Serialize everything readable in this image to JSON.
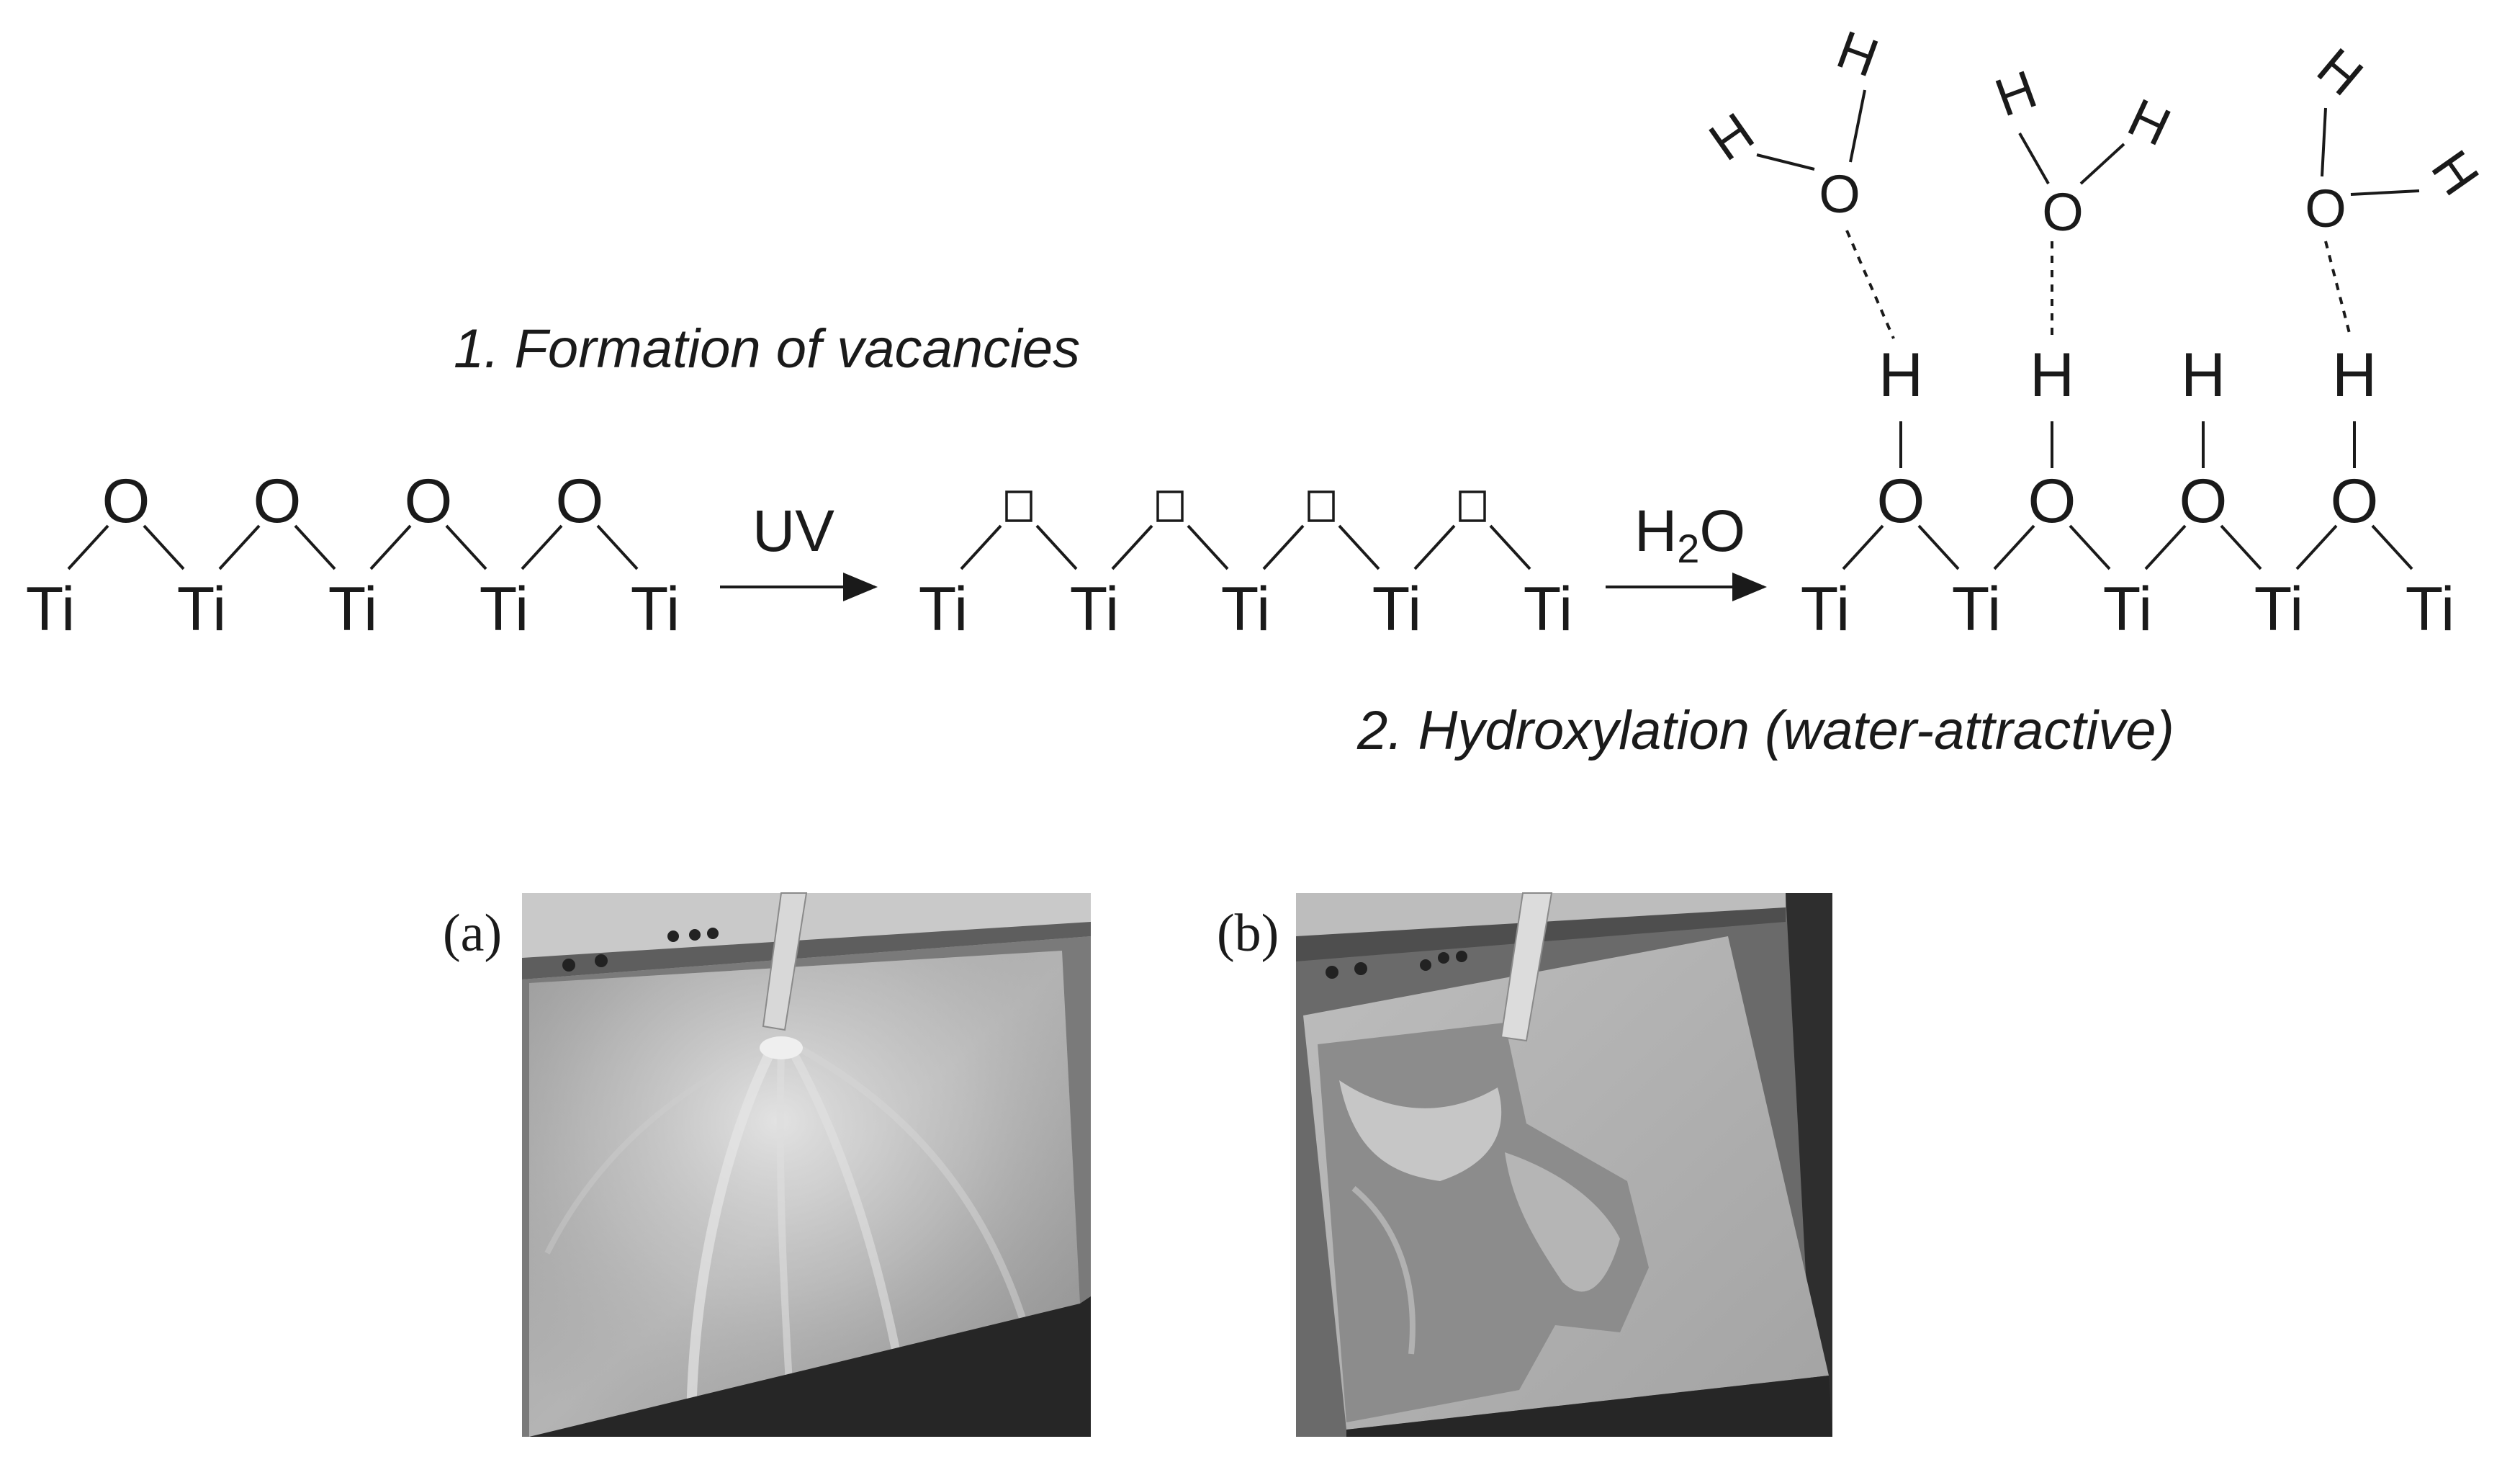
{
  "steps": {
    "step1": "1. Formation of vacancies",
    "step2": "2. Hydroxylation (water-attractive)"
  },
  "arrows": {
    "uv": "UV",
    "water_main": "H",
    "water_sub": "2",
    "water_tail": "O"
  },
  "atoms": {
    "ti": "Ti",
    "o": "O",
    "h": "H"
  },
  "photos": {
    "a_label": "(a)",
    "b_label": "(b)"
  }
}
